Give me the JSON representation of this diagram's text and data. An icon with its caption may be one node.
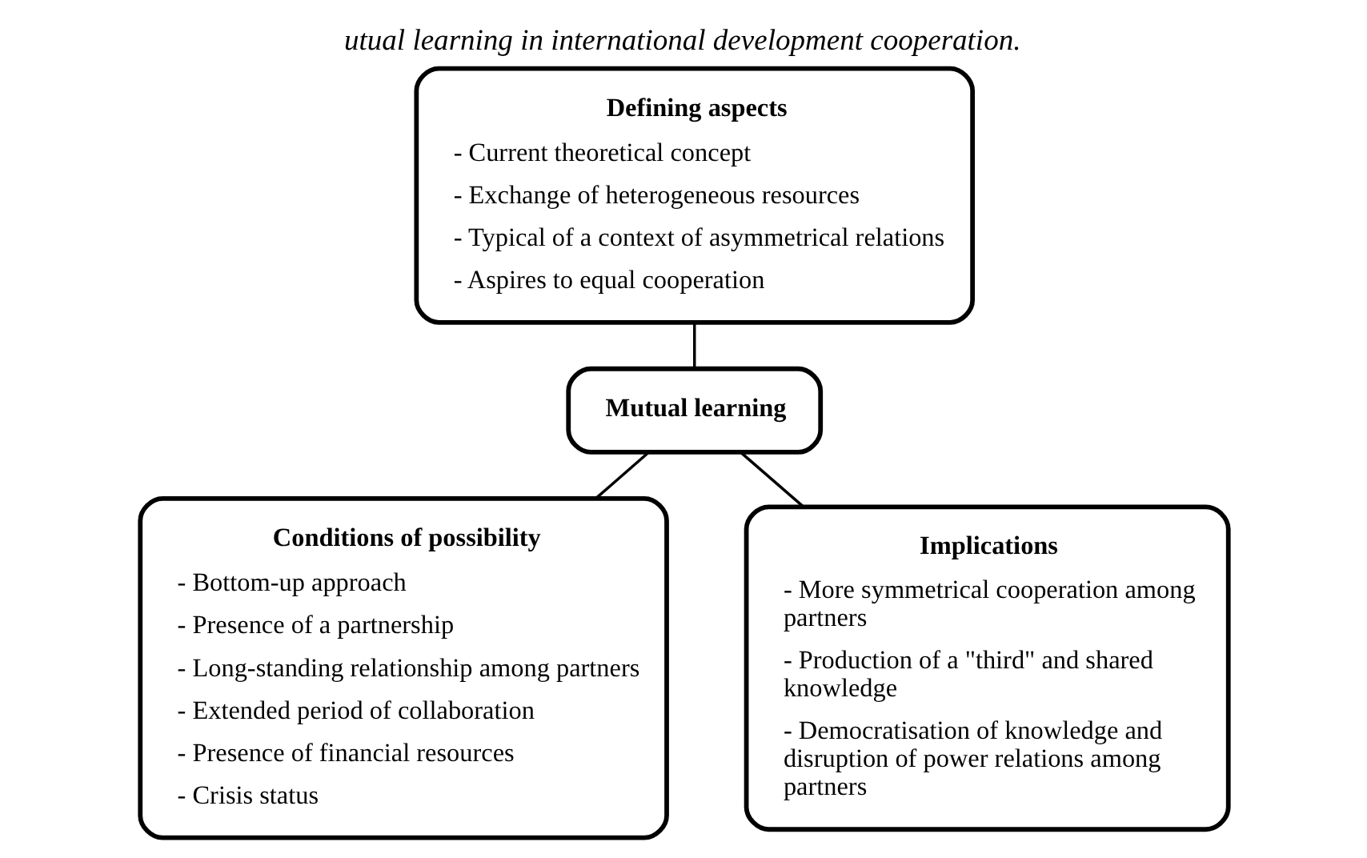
{
  "diagram": {
    "caption": "utual learning in international development cooperation.",
    "nodes": [
      {
        "text": [
          "Defining aspects",
          "- Current theoretical concept",
          "- Exchange of heterogeneous resources",
          "- Typical of a context of asymmetrical relations",
          "- Aspires to equal cooperation"
        ]
      },
      {
        "text": [
          "Mutual learning"
        ]
      },
      {
        "text": [
          "Conditions of possibility",
          "- Bottom-up approach",
          "- Presence of a partnership",
          "- Long-standing relationship among partners",
          "- Extended period of collaboration",
          "- Presence of financial resources",
          "- Crisis status"
        ]
      },
      {
        "text": [
          "Implications",
          "- More symmetrical cooperation among partners",
          "- Production of a \"third\" and shared knowledge",
          "- Democratisation of knowledge and disruption of power relations among partners"
        ]
      }
    ],
    "edges": [
      {
        "from": 0,
        "to": 1,
        "arrow": "none"
      },
      {
        "from": 1,
        "to": 2,
        "arrow": "none"
      },
      {
        "from": 1,
        "to": 3,
        "arrow": "none"
      }
    ]
  }
}
